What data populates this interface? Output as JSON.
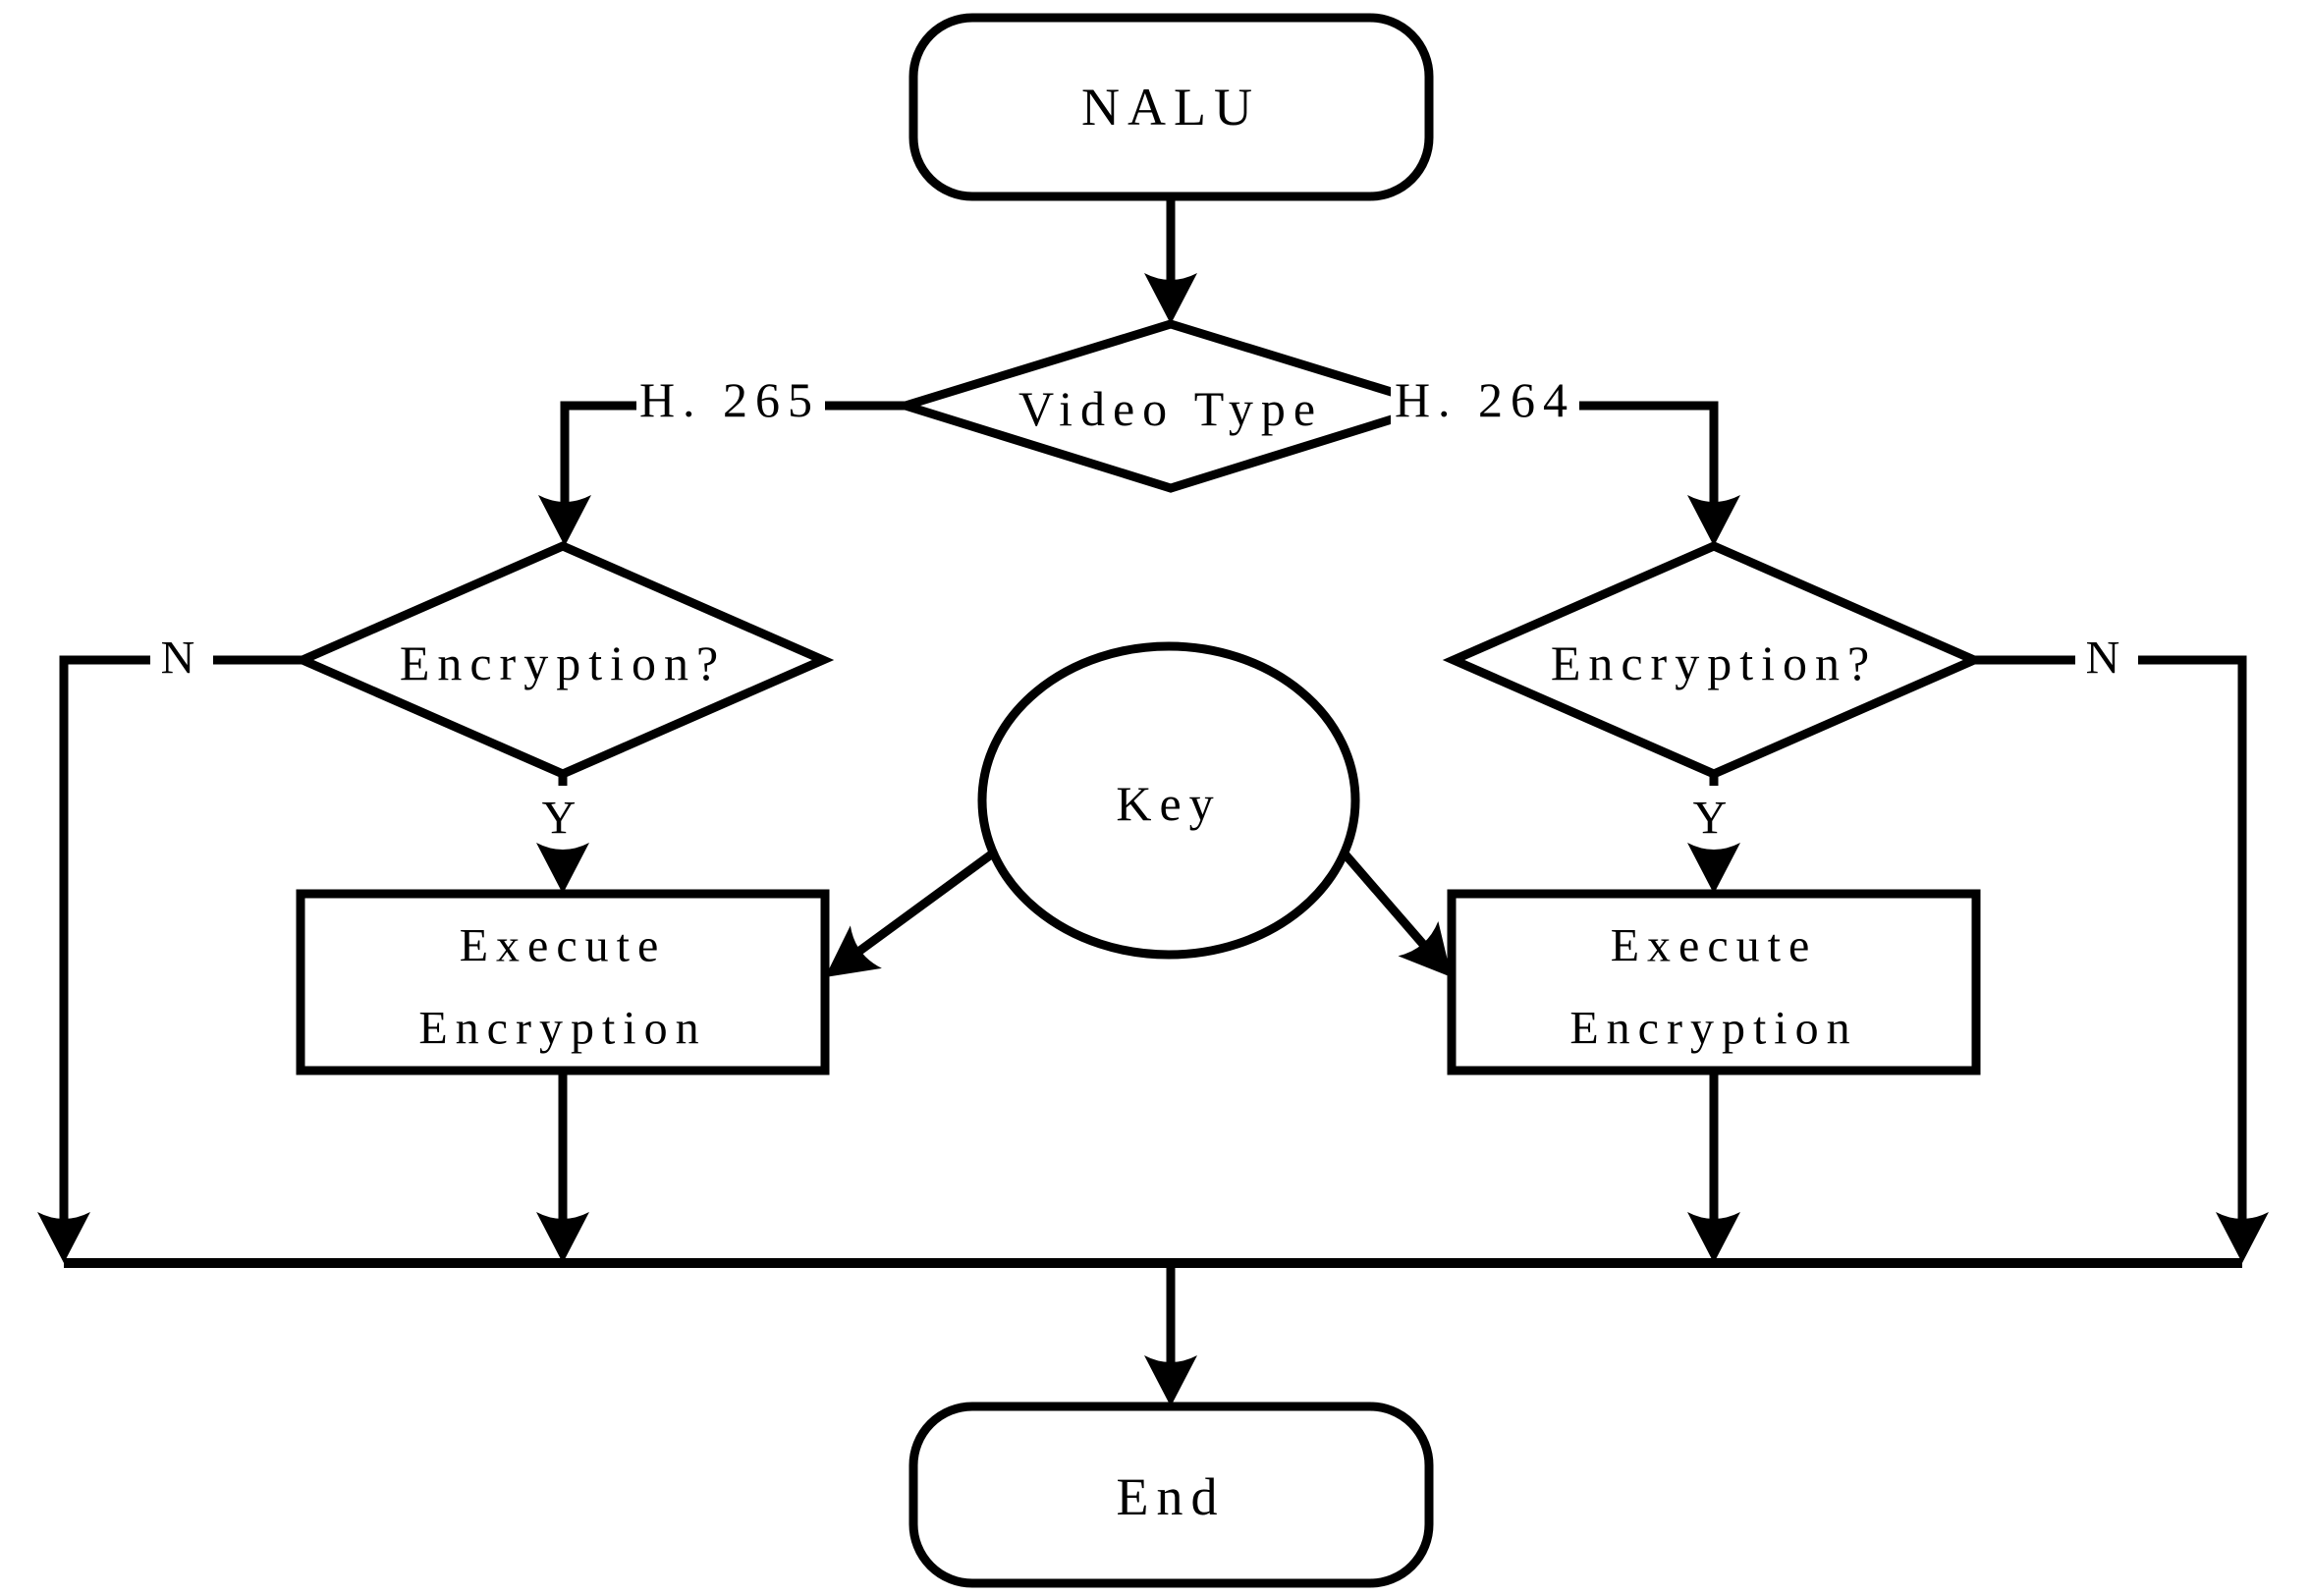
{
  "flowchart": {
    "start": {
      "label": "NALU"
    },
    "video_type_decision": {
      "label": "Video Type"
    },
    "branch_left": {
      "label": "H. 265"
    },
    "branch_right": {
      "label": "H. 264"
    },
    "encryption_left_decision": {
      "label": "Encryption?",
      "no_label": "N",
      "yes_label": "Y"
    },
    "encryption_right_decision": {
      "label": "Encryption?",
      "no_label": "N",
      "yes_label": "Y"
    },
    "key": {
      "label": "Key"
    },
    "execute_left": {
      "line1": "Execute",
      "line2": "Encryption"
    },
    "execute_right": {
      "line1": "Execute",
      "line2": "Encryption"
    },
    "end": {
      "label": "End"
    },
    "colors": {
      "stroke": "#000000",
      "background": "#ffffff"
    }
  }
}
